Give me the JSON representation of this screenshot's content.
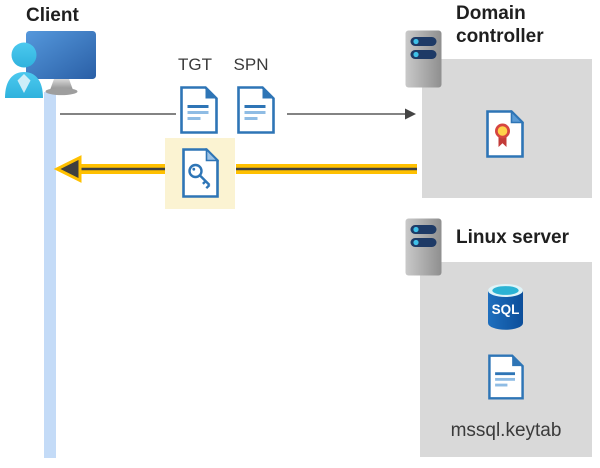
{
  "client": {
    "label": "Client"
  },
  "tickets": {
    "tgt": "TGT",
    "spn": "SPN"
  },
  "domain_controller": {
    "label": "Domain controller"
  },
  "linux_server": {
    "label": "Linux server",
    "sql_badge": "SQL",
    "keytab_file": "mssql.keytab"
  },
  "icons": {
    "client": "user-at-monitor-icon",
    "tgt": "text-document-icon",
    "spn": "text-document-icon",
    "service_ticket": "document-with-key-icon",
    "domain_controller": "server-icon",
    "linux_server": "server-icon",
    "certificate": "certificate-document-icon",
    "database": "sql-database-icon",
    "keytab": "text-document-icon"
  },
  "connectors": {
    "request_arrow": {
      "direction": "left-to-right",
      "color": "#5a5a5a",
      "style": "thin"
    },
    "response_arrow": {
      "direction": "right-to-left",
      "color": "#ffc000",
      "style": "thick-highlighted"
    }
  },
  "colors": {
    "icon_blue": "#2e75b6",
    "panel_gray": "#d9d9d9",
    "rail_blue": "#c4dbf7",
    "highlight_yellow": "#fbf3d2",
    "arrow_yellow": "#ffc000",
    "connector_gray": "#5a5a5a",
    "server_bar_navy": "#1e3a66",
    "server_dot_cyan": "#3fc0e8",
    "sql_cyan": "#2bb3d4",
    "cert_red": "#c23b38",
    "cert_gold": "#ffd24a"
  }
}
